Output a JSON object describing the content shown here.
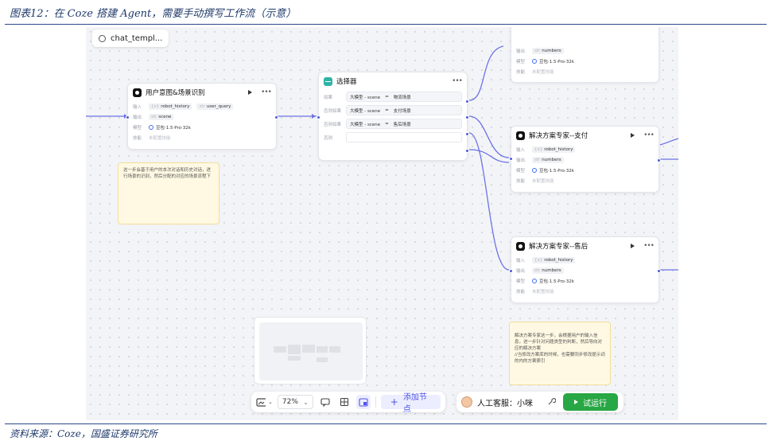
{
  "figure": {
    "caption": "图表12：在 Coze 搭建 Agent，需要手动撰写工作流（示意）",
    "source": "资料来源：Coze，国盛证券研究所"
  },
  "canvas": {
    "template_chip": "chat_templ..."
  },
  "nodes": {
    "intent": {
      "title": "用户意图&场景识别",
      "rows": [
        {
          "label": "输入",
          "tags": [
            {
              "prefix": "{x}",
              "text": "robot_history"
            },
            {
              "prefix": "str",
              "text": "user_query"
            }
          ]
        },
        {
          "label": "输出",
          "tags": [
            {
              "prefix": "str",
              "text": "scene"
            }
          ]
        }
      ],
      "model_label": "模型",
      "model": "豆包·1.5·Pro·32k",
      "skill_label": "技能",
      "skill": "未配置技能"
    },
    "selector": {
      "title": "选择器",
      "branches": [
        {
          "label": "如果",
          "var": "大模型 - scene",
          "op": "=",
          "value": "物流场景"
        },
        {
          "label": "否则如果",
          "var": "大模型 - scene",
          "op": "=",
          "value": "支付场景"
        },
        {
          "label": "否则如果",
          "var": "大模型 - scene",
          "op": "=",
          "value": "售后场景"
        }
      ],
      "else_label": "否则"
    },
    "top_partial": {
      "output_label": "输出",
      "output_prefix": "str",
      "output": "numbers",
      "model_label": "模型",
      "model": "豆包·1.5·Pro·32k",
      "skill_label": "技能",
      "skill": "未配置技能"
    },
    "payment": {
      "title": "解决方案专家--支付",
      "input_label": "输入",
      "input_prefix": "{x}",
      "input": "robot_history",
      "output_label": "输出",
      "output_prefix": "str",
      "output": "numbers",
      "model_label": "模型",
      "model": "豆包·1.5·Pro·32k",
      "skill_label": "技能",
      "skill": "未配置技能"
    },
    "aftersales": {
      "title": "解决方案专家--售后",
      "input_label": "输入",
      "input_prefix": "{x}",
      "input": "robot_history",
      "output_label": "输出",
      "output_prefix": "str",
      "output": "numbers",
      "model_label": "模型",
      "model": "豆包·1.5·Pro·32k",
      "skill_label": "技能",
      "skill": "未配置技能"
    }
  },
  "notes": {
    "intent_note": "这一步会基于用户的本次对话和历史对话，进行场景的识别，然后分配的对应的场景流程下",
    "solution_note": "解决方案专家这一步，会根据用户的输入信息，进一步针对问题类型的判断，然后导向对应的解决方案\n//当修改方案库的时候，也需要同步修改提示词的内的方案索引"
  },
  "toolbar": {
    "zoom": "72%",
    "add_node": "添加节点",
    "agent_name": "人工客服：小咪",
    "run": "试运行"
  },
  "colors": {
    "accent": "#4d53e8",
    "wire": "#6b72e6",
    "run": "#28a745",
    "note_bg": "#fff9e3"
  }
}
